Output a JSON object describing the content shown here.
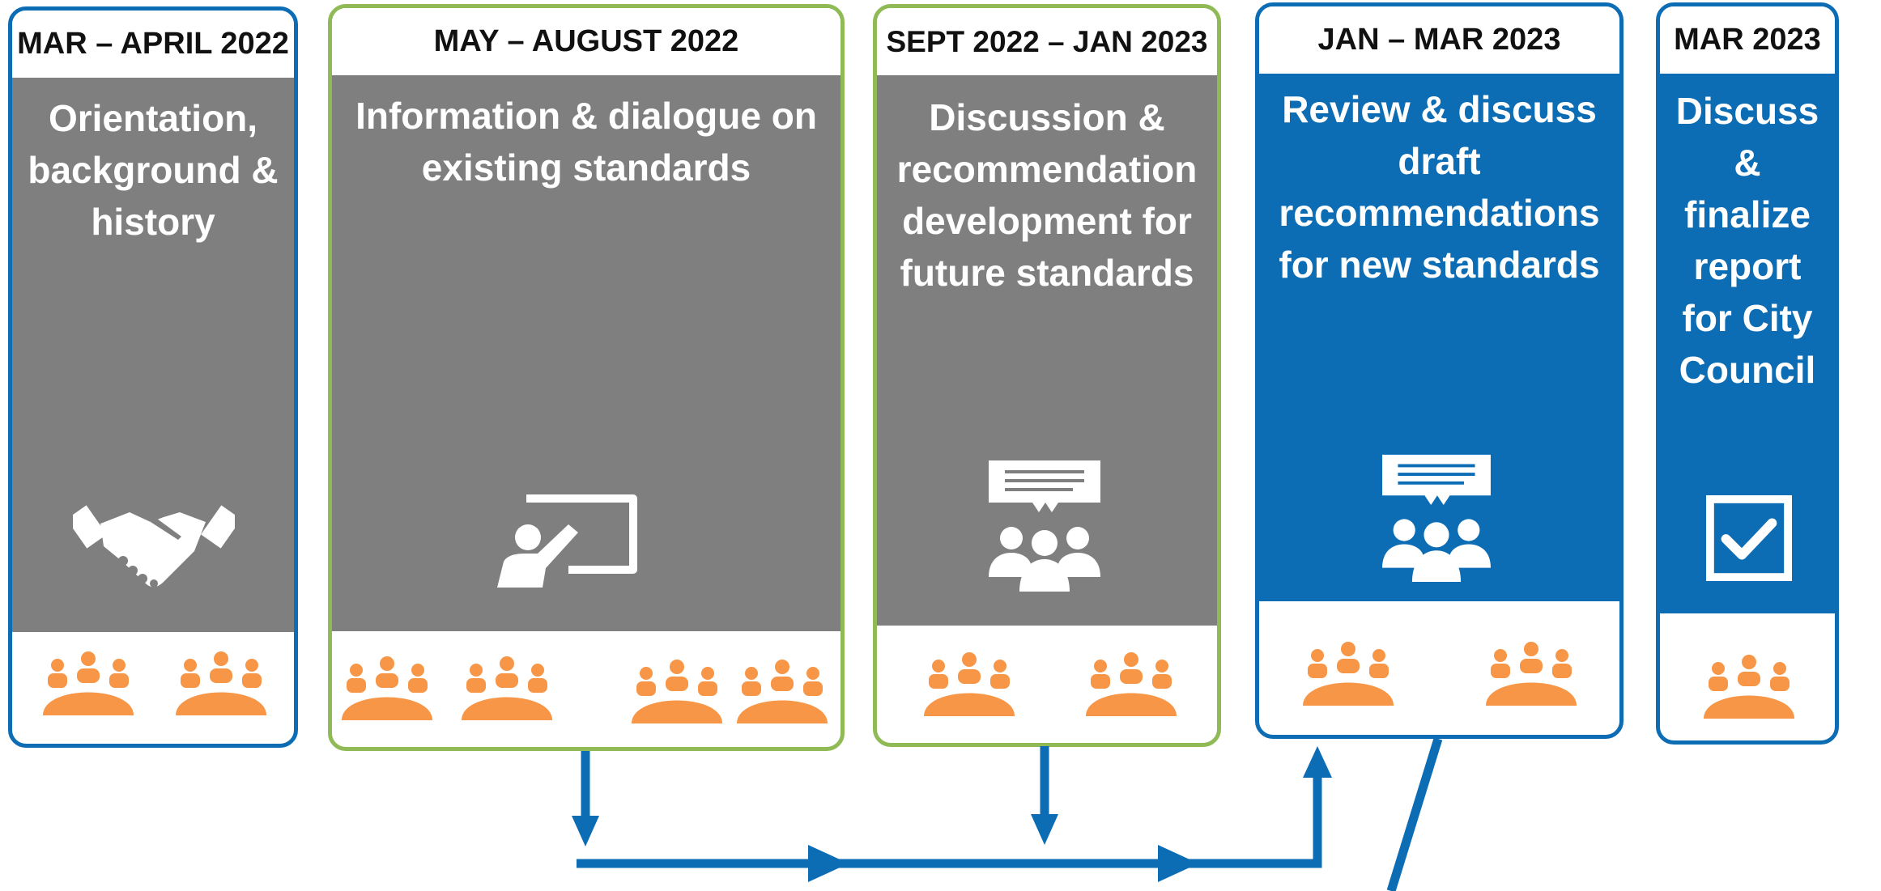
{
  "colors": {
    "gray_panel": "#7f7f7f",
    "blue_panel": "#0c6cb4",
    "green_border": "#8fba55",
    "meeting_orange": "#f79646",
    "arrow_blue": "#0c6cb4"
  },
  "phases": [
    {
      "date": "MAR – APRIL 2022",
      "title": "Orientation, background & history",
      "icon": "handshake-icon",
      "meetings": 2
    },
    {
      "date": "MAY – AUGUST 2022",
      "title": "Information & dialogue on existing standards",
      "icon": "presentation-icon",
      "meetings": 4
    },
    {
      "date": "SEPT 2022 – JAN 2023",
      "title": "Discussion & recommendation development for future standards",
      "icon": "group-discussion-icon",
      "meetings": 2
    },
    {
      "date": "JAN – MAR 2023",
      "title": "Review & discuss draft recommendations for new standards",
      "icon": "group-discussion-icon",
      "meetings": 2
    },
    {
      "date": "MAR 2023",
      "title": "Discuss & finalize report for City Council",
      "icon": "checkbox-icon",
      "meetings": 1
    }
  ]
}
